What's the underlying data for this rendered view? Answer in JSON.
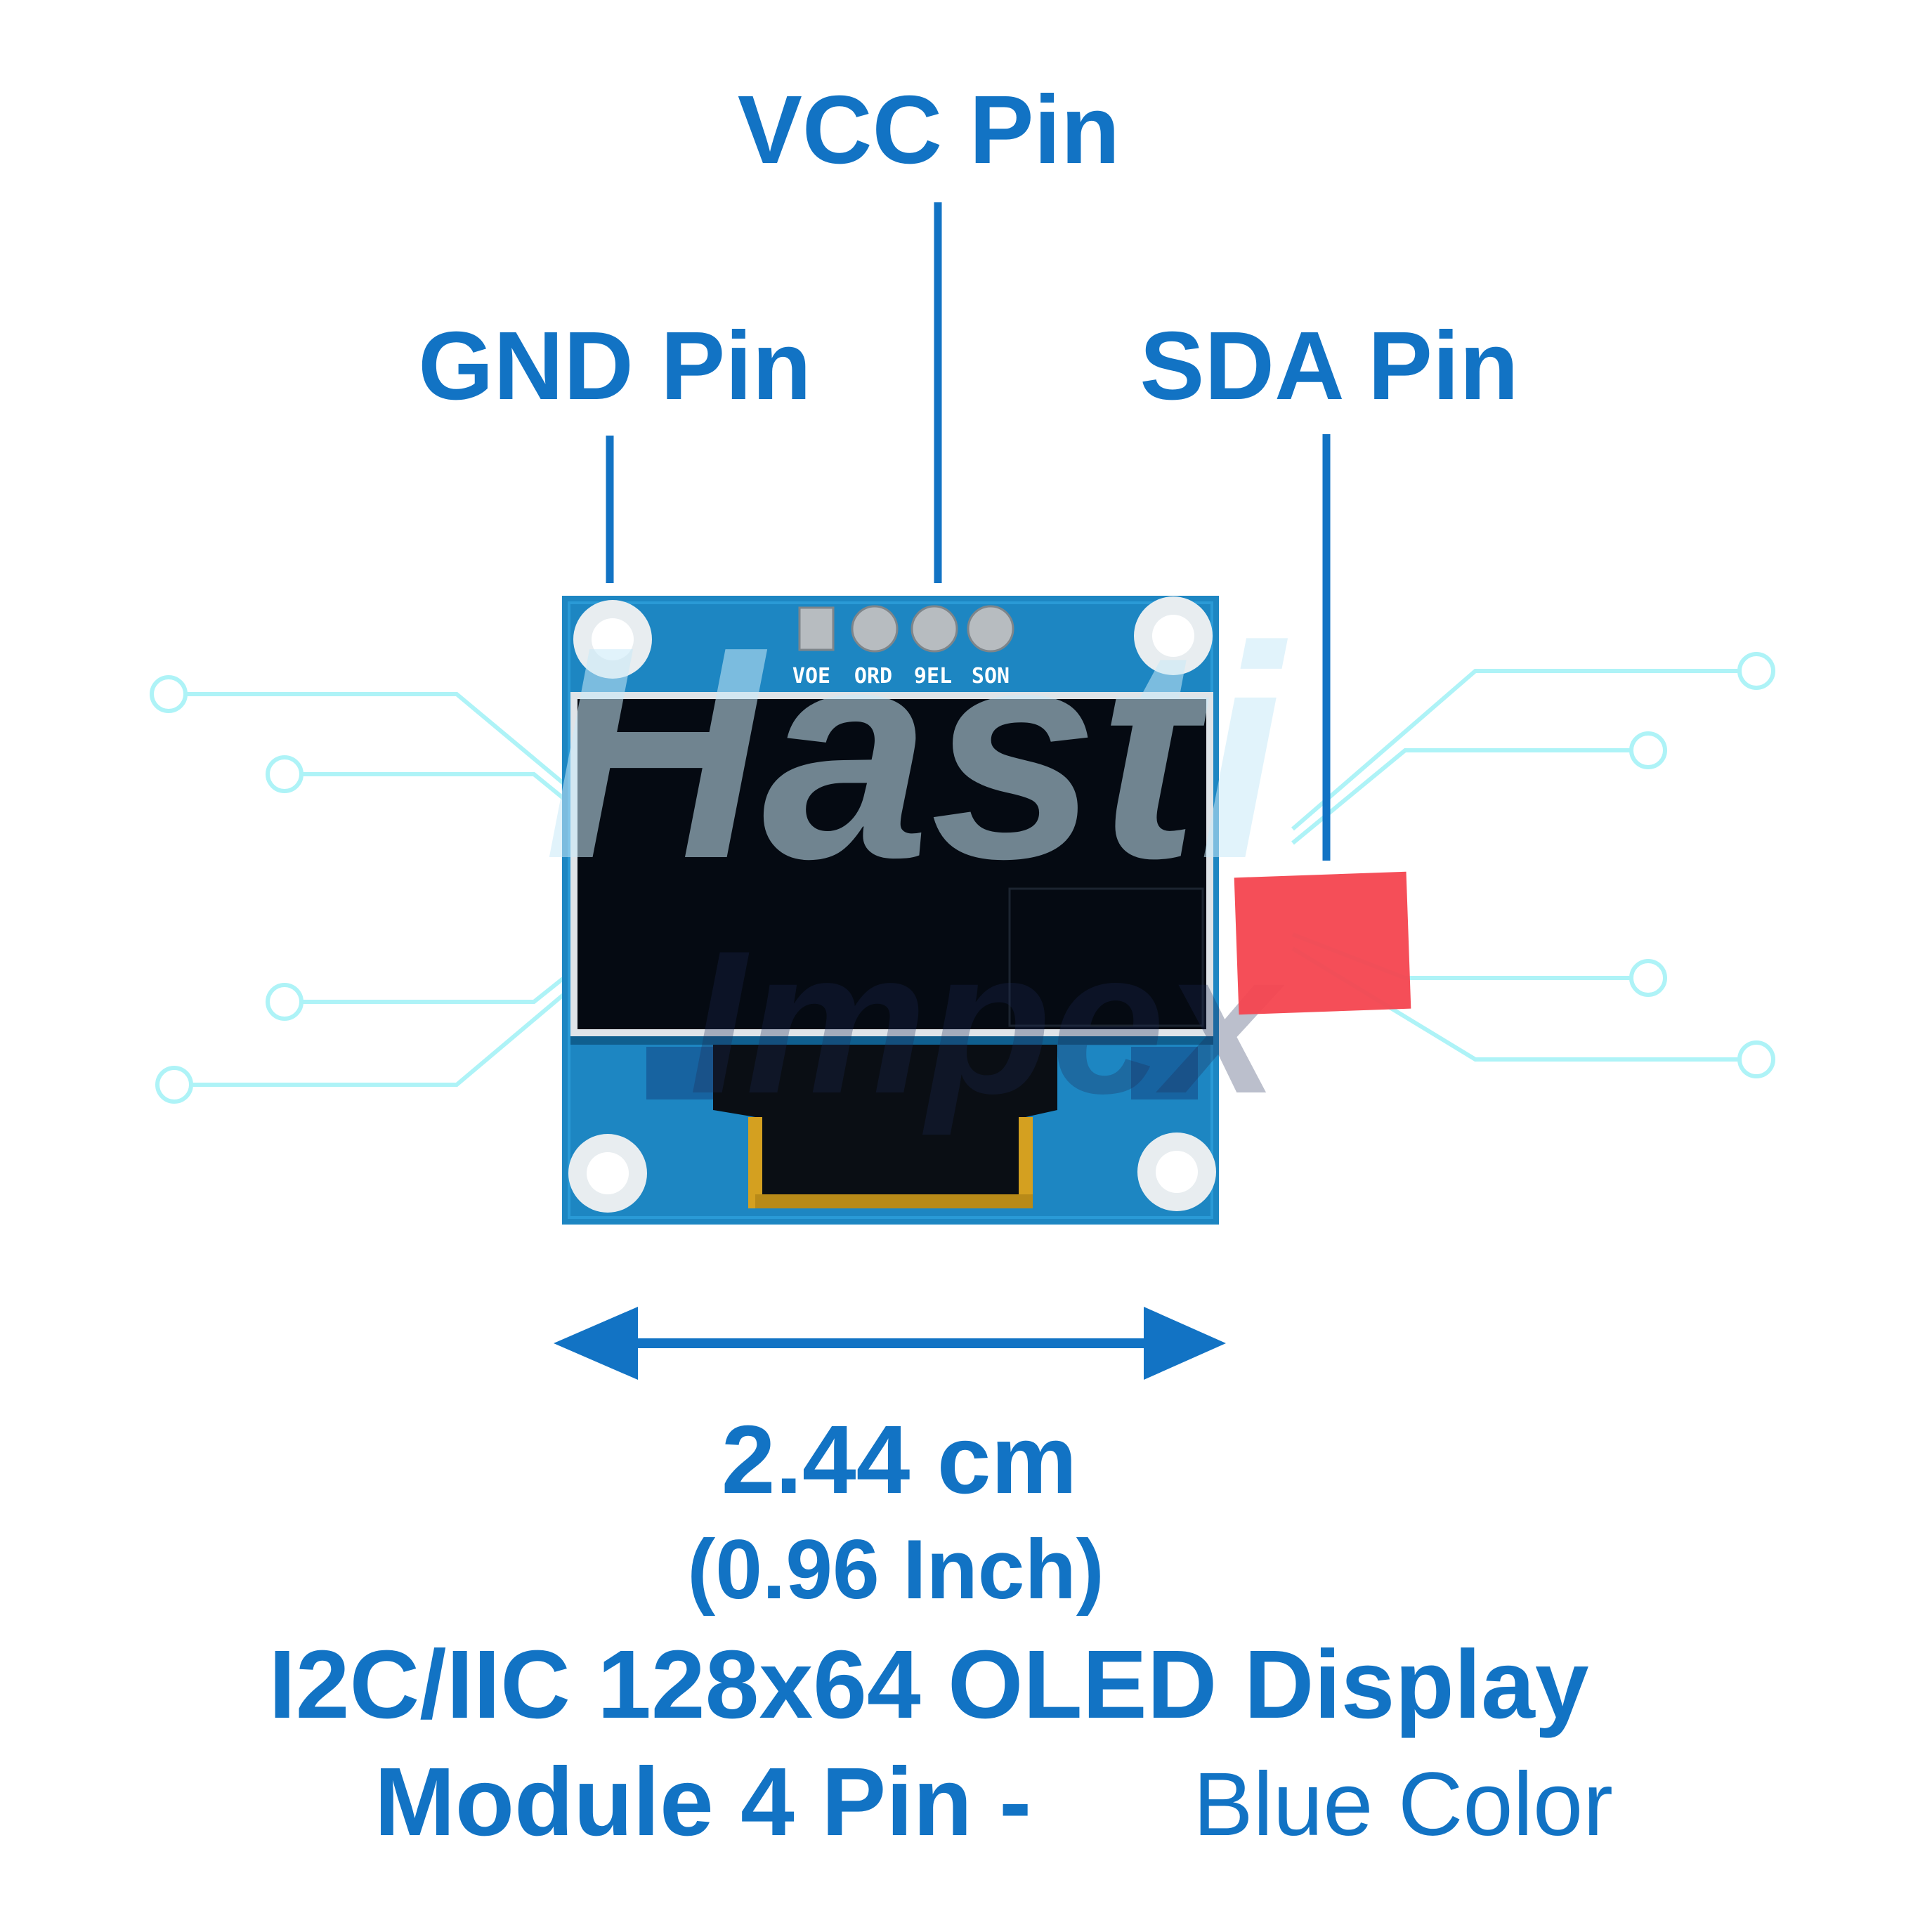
{
  "labels": {
    "vcc": "VCC Pin",
    "gnd": "GND Pin",
    "sda": "SDA Pin"
  },
  "silkscreen": [
    "VOE",
    "ORD",
    "9EL",
    "SON"
  ],
  "watermark": {
    "line1": "Hasti",
    "line2": "Impex"
  },
  "dimension": {
    "value": "2.44 cm",
    "alt": "(0.96 Inch)"
  },
  "title": {
    "line1": "I2C/IIC 128x64 OLED Display",
    "line2_bold": "Module 4 Pin - ",
    "line2_light": "Blue Color"
  },
  "colors": {
    "label_blue": "#1273c4",
    "pcb_blue": "#1d86c2",
    "screen": "#050a12",
    "circuit_cyan": "#aef3f7",
    "marker_red": "#f4444f",
    "flex_amber": "#d4a020"
  }
}
